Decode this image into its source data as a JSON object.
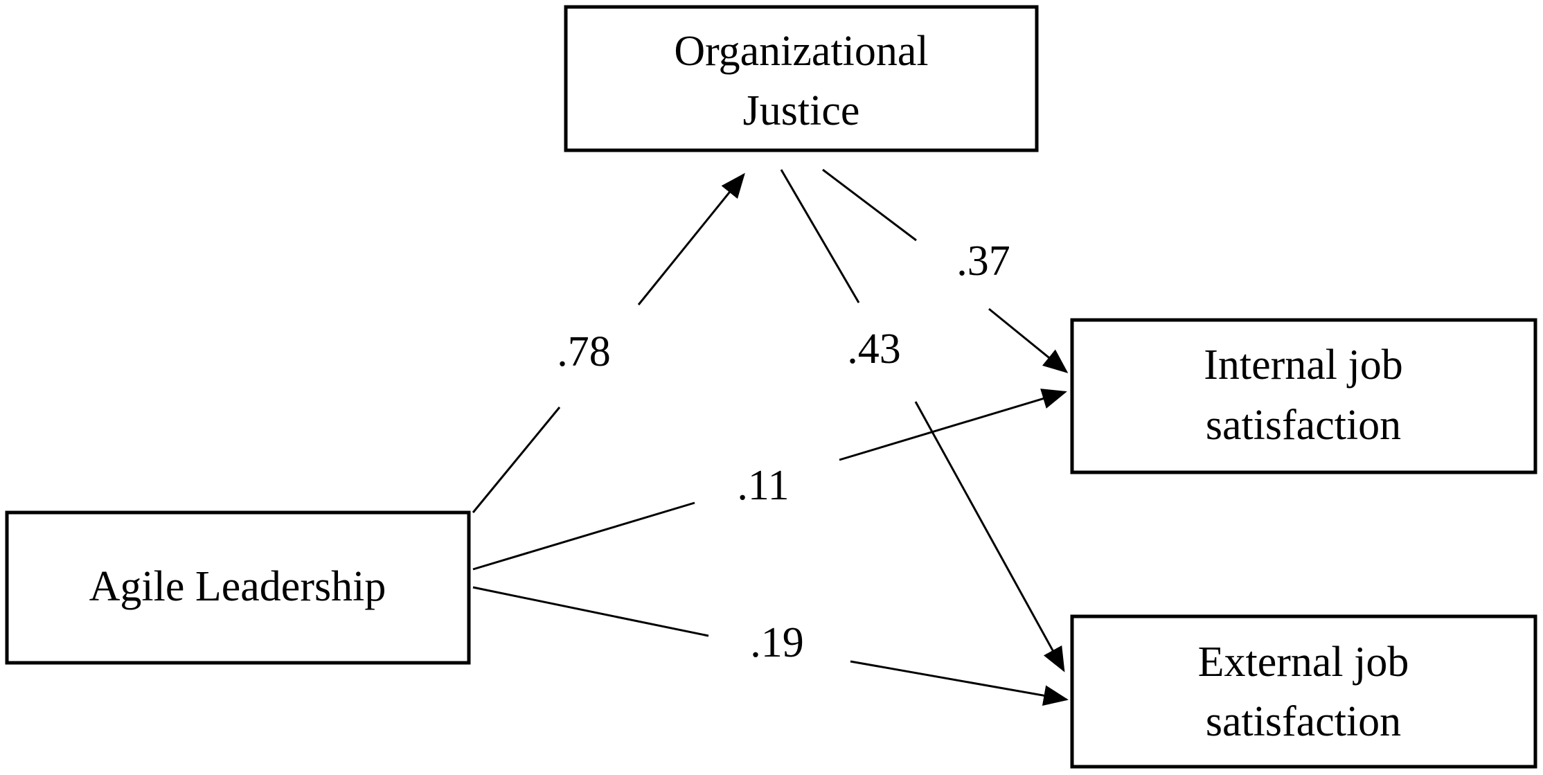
{
  "diagram": {
    "nodes": {
      "organizational_justice": {
        "lines": [
          "Organizational",
          "Justice"
        ]
      },
      "agile_leadership": {
        "lines": [
          "Agile Leadership"
        ]
      },
      "internal_job_satisfaction": {
        "lines": [
          "Internal job",
          "satisfaction"
        ]
      },
      "external_job_satisfaction": {
        "lines": [
          "External job",
          "satisfaction"
        ]
      }
    },
    "edges": [
      {
        "from": "Agile Leadership",
        "to": "Organizational Justice",
        "coefficient": ".78"
      },
      {
        "from": "Organizational Justice",
        "to": "Internal job satisfaction",
        "coefficient": ".37"
      },
      {
        "from": "Organizational Justice",
        "to": "External job satisfaction",
        "coefficient": ".43"
      },
      {
        "from": "Agile Leadership",
        "to": "Internal job satisfaction",
        "coefficient": ".11"
      },
      {
        "from": "Agile Leadership",
        "to": "External job satisfaction",
        "coefficient": ".19"
      }
    ]
  }
}
